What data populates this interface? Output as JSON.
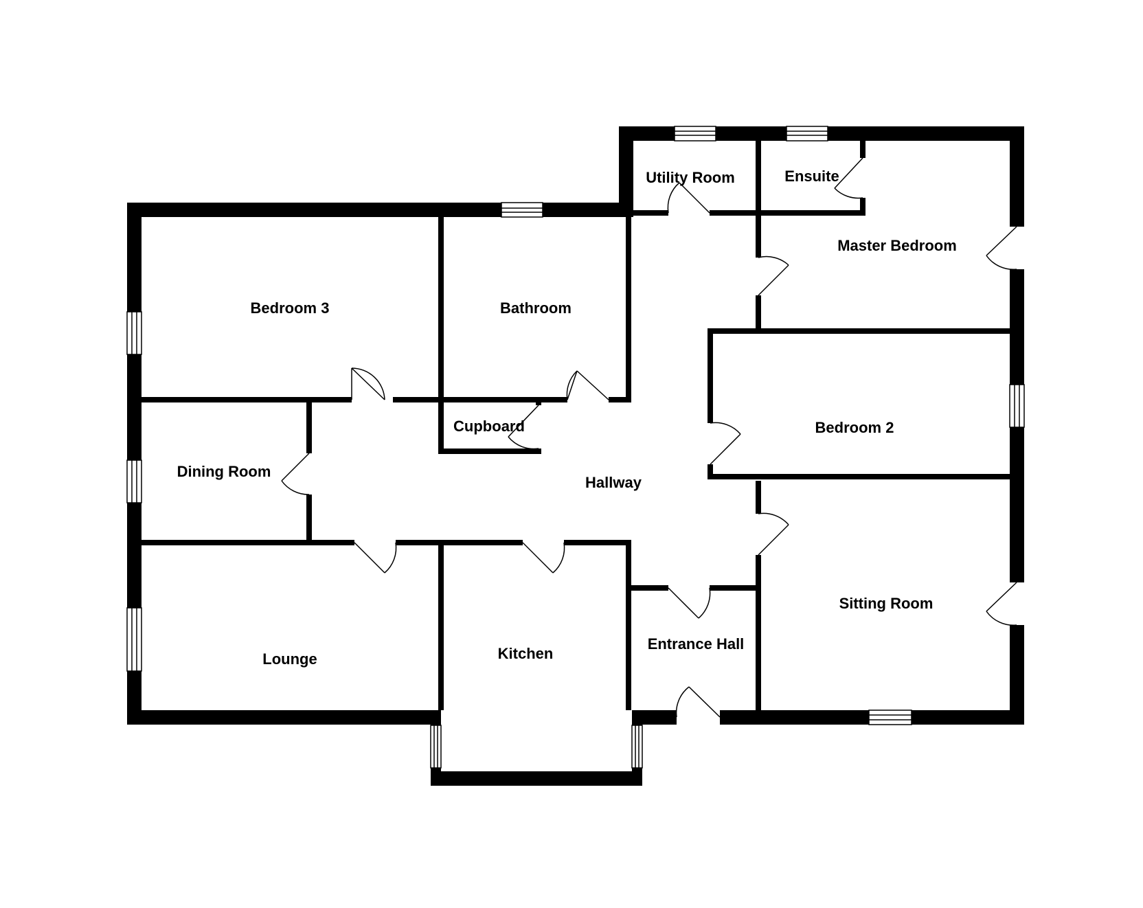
{
  "rooms": {
    "bedroom3": "Bedroom 3",
    "bathroom": "Bathroom",
    "utility_room": "Utility Room",
    "ensuite": "Ensuite",
    "master_bedroom": "Master Bedroom",
    "bedroom2": "Bedroom 2",
    "cupboard": "Cupboard",
    "dining_room": "Dining Room",
    "hallway": "Hallway",
    "lounge": "Lounge",
    "kitchen": "Kitchen",
    "entrance_hall": "Entrance Hall",
    "sitting_room": "Sitting Room"
  },
  "colors": {
    "wall": "#000000",
    "background": "#ffffff"
  }
}
